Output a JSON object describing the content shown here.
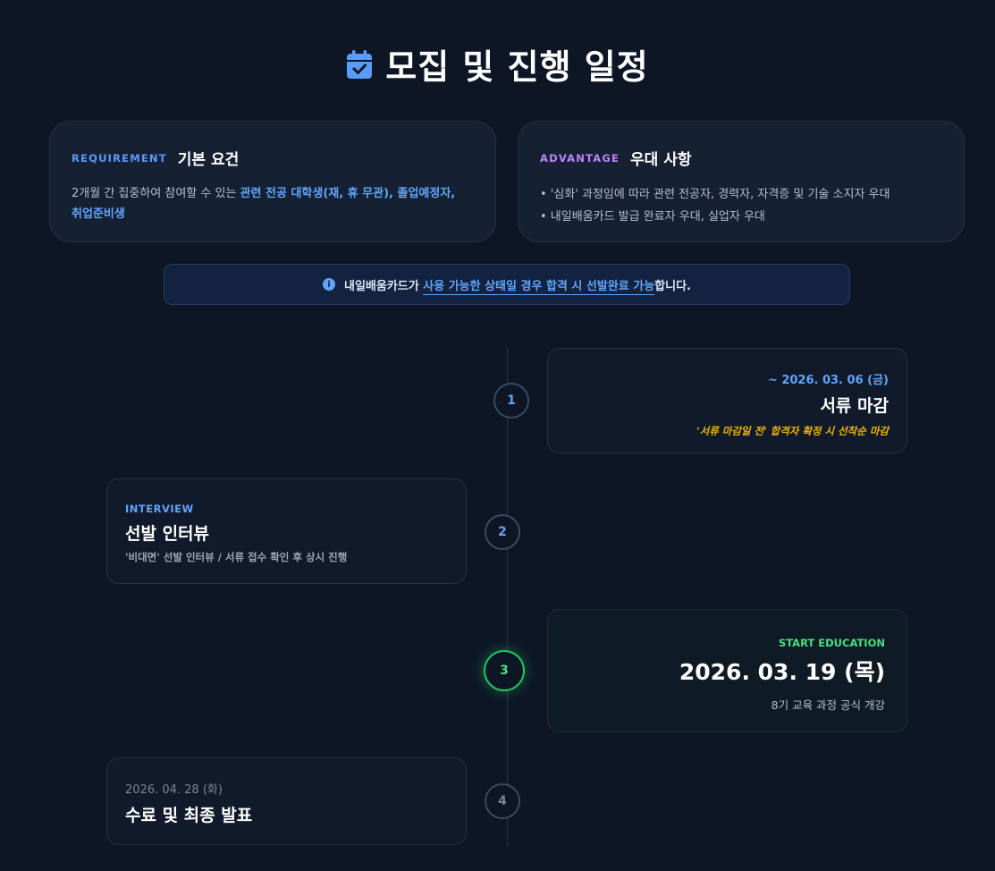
{
  "header": {
    "title": "모집 및 진행 일정",
    "icon": "calendar-check-icon",
    "accent": "#5b9bf8"
  },
  "requirement": {
    "tag": "REQUIREMENT",
    "heading": "기본 요건",
    "text_prefix": "2개월 간 집중하여 참여할 수 있는 ",
    "text_highlight_1": "관련 전공 대학생(재, 휴 무관), 졸업예정자,",
    "text_highlight_2": "취업준비생"
  },
  "advantage": {
    "tag": "ADVANTAGE",
    "heading": "우대 사항",
    "bullets": [
      "• '심화' 과정임에 따라 관련 전공자, 경력자, 자격증 및 기술 소지자 우대",
      "• 내일배움카드 발급 완료자 우대, 실업자 우대"
    ]
  },
  "notice": {
    "icon": "info-icon",
    "prefix": "내일배움카드가 ",
    "link": "사용 가능한 상태일 경우 합격 시 선발완료 가능",
    "suffix": "합니다."
  },
  "timeline": {
    "steps": [
      {
        "number": "1",
        "date": "~ 2026. 03. 06 (금)",
        "title": "서류 마감",
        "note": "'서류 마감일 전' 합격자 확정 시 선착순 마감"
      },
      {
        "number": "2",
        "tag": "INTERVIEW",
        "title": "선발 인터뷰",
        "desc": "'비대면' 선발 인터뷰 / 서류 접수 확인 후 상시 진행"
      },
      {
        "number": "3",
        "tag": "START EDUCATION",
        "title": "2026. 03. 19 (목)",
        "desc": "8기 교육 과정 공식 개강"
      },
      {
        "number": "4",
        "date": "2026. 04. 28 (화)",
        "title": "수료 및 최종 발표"
      }
    ]
  },
  "colors": {
    "background": "#0e1626",
    "blue": "#60a5fa",
    "purple": "#c084fc",
    "green": "#4ade80",
    "yellow": "#eab308"
  }
}
